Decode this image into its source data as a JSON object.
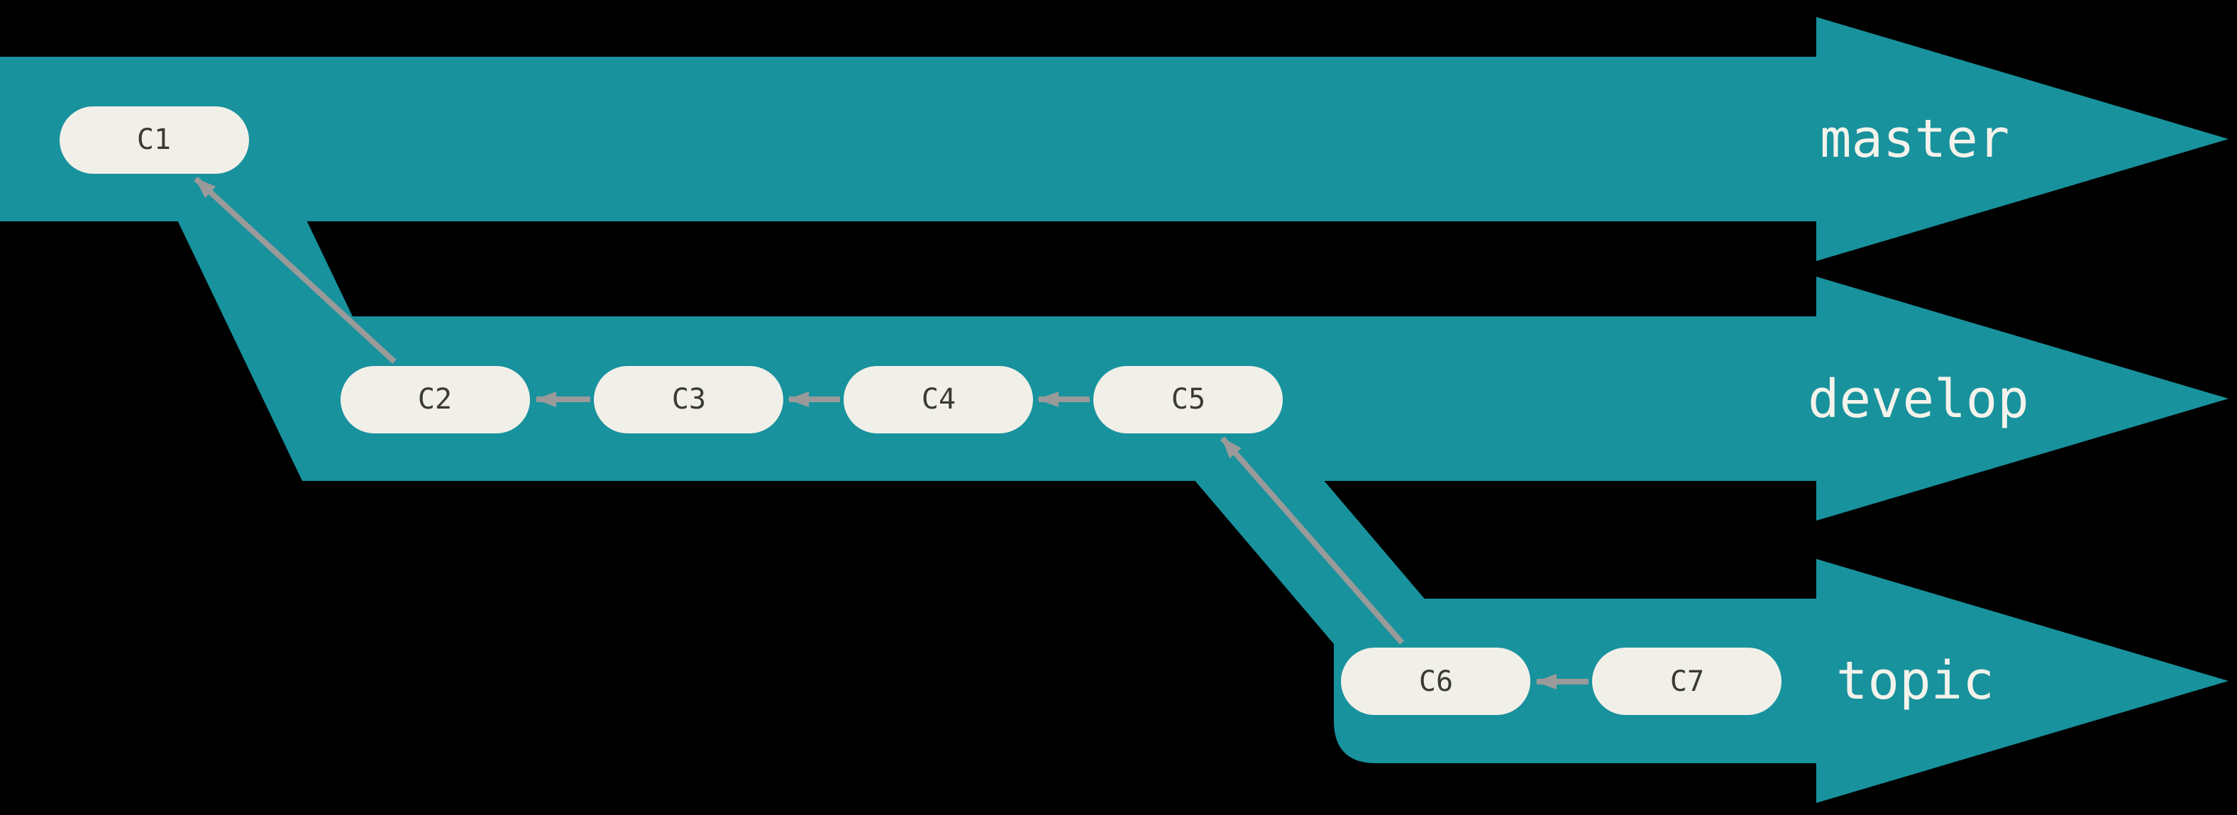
{
  "diagram": {
    "type": "git-branching-diagram",
    "branches": [
      {
        "name": "master",
        "label": "master",
        "commits": [
          "C1"
        ]
      },
      {
        "name": "develop",
        "label": "develop",
        "commits": [
          "C2",
          "C3",
          "C4",
          "C5"
        ]
      },
      {
        "name": "topic",
        "label": "topic",
        "commits": [
          "C6",
          "C7"
        ]
      }
    ],
    "commits": [
      {
        "id": "C1",
        "label": "C1",
        "branch": "master",
        "parent": null
      },
      {
        "id": "C2",
        "label": "C2",
        "branch": "develop",
        "parent": "C1"
      },
      {
        "id": "C3",
        "label": "C3",
        "branch": "develop",
        "parent": "C2"
      },
      {
        "id": "C4",
        "label": "C4",
        "branch": "develop",
        "parent": "C3"
      },
      {
        "id": "C5",
        "label": "C5",
        "branch": "develop",
        "parent": "C4"
      },
      {
        "id": "C6",
        "label": "C6",
        "branch": "topic",
        "parent": "C5"
      },
      {
        "id": "C7",
        "label": "C7",
        "branch": "topic",
        "parent": "C6"
      }
    ],
    "edges": [
      {
        "from": "C2",
        "to": "C1"
      },
      {
        "from": "C3",
        "to": "C2"
      },
      {
        "from": "C4",
        "to": "C3"
      },
      {
        "from": "C5",
        "to": "C4"
      },
      {
        "from": "C6",
        "to": "C5"
      },
      {
        "from": "C7",
        "to": "C6"
      }
    ]
  },
  "colors": {
    "teal": "#18929d",
    "commit_fill": "#f1f0e8",
    "commit_text": "#3a3a32",
    "arrow": "#9a9a9a",
    "branch_label": "#f4f3eb",
    "background": "#000000"
  }
}
